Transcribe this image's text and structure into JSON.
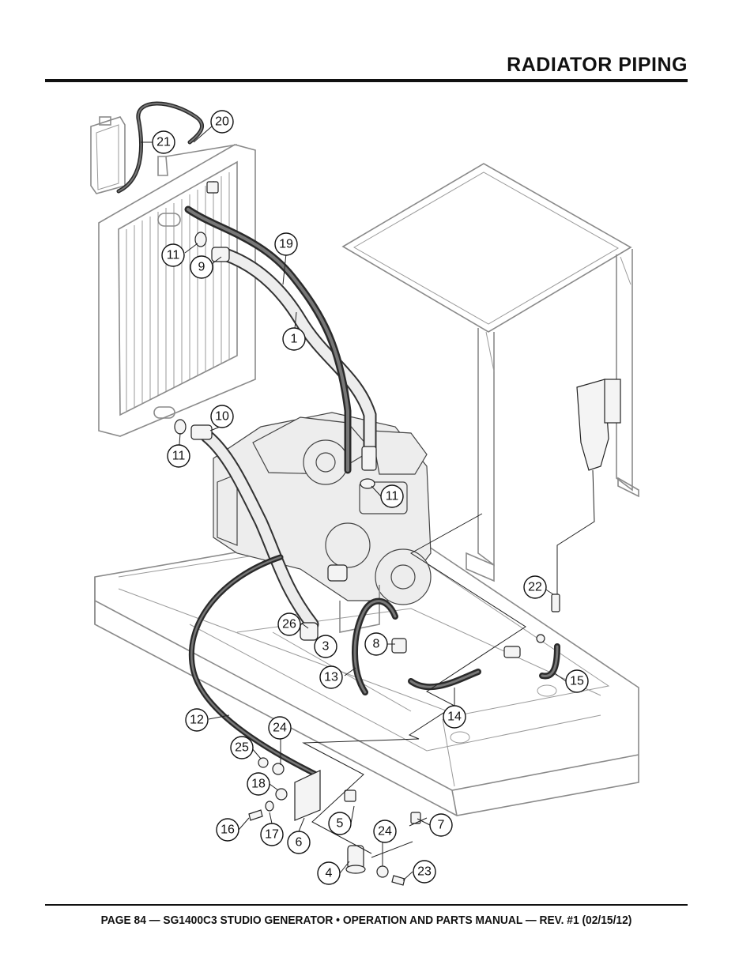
{
  "header": {
    "title": "RADIATOR PIPING"
  },
  "footer": {
    "text": "PAGE 84 — SG1400C3 STUDIO GENERATOR • OPERATION AND PARTS MANUAL — REV. #1 (02/15/12)"
  },
  "callouts": [
    {
      "id": "c20",
      "text": "20"
    },
    {
      "id": "c21",
      "text": "21"
    },
    {
      "id": "c19",
      "text": "19"
    },
    {
      "id": "c11a",
      "text": "11"
    },
    {
      "id": "c9",
      "text": "9"
    },
    {
      "id": "c1",
      "text": "1"
    },
    {
      "id": "c10",
      "text": "10"
    },
    {
      "id": "c11b",
      "text": "11"
    },
    {
      "id": "c11c",
      "text": "11"
    },
    {
      "id": "c22",
      "text": "22"
    },
    {
      "id": "c26",
      "text": "26"
    },
    {
      "id": "c3",
      "text": "3"
    },
    {
      "id": "c8",
      "text": "8"
    },
    {
      "id": "c13",
      "text": "13"
    },
    {
      "id": "c15",
      "text": "15"
    },
    {
      "id": "c12",
      "text": "12"
    },
    {
      "id": "c14",
      "text": "14"
    },
    {
      "id": "c24a",
      "text": "24"
    },
    {
      "id": "c25",
      "text": "25"
    },
    {
      "id": "c18",
      "text": "18"
    },
    {
      "id": "c7",
      "text": "7"
    },
    {
      "id": "c5",
      "text": "5"
    },
    {
      "id": "c24b",
      "text": "24"
    },
    {
      "id": "c16",
      "text": "16"
    },
    {
      "id": "c17",
      "text": "17"
    },
    {
      "id": "c6",
      "text": "6"
    },
    {
      "id": "c4",
      "text": "4"
    },
    {
      "id": "c23",
      "text": "23"
    }
  ]
}
